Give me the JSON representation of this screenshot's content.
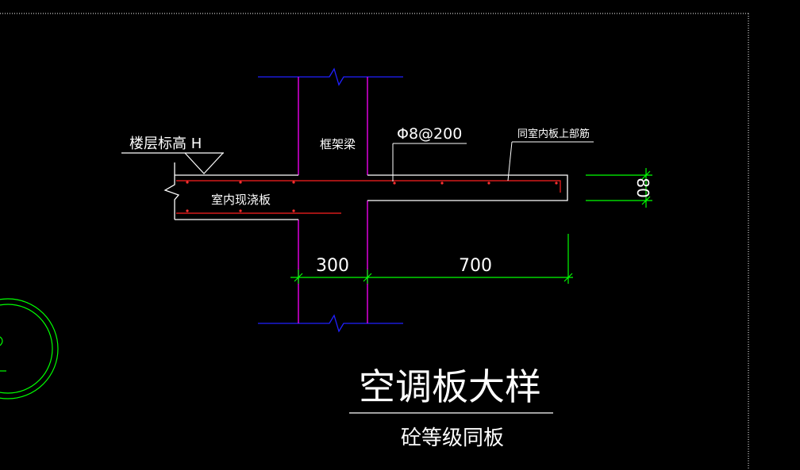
{
  "drawing": {
    "title": "空调板大样",
    "subtitle": "砼等级同板",
    "labels": {
      "floor_elevation": "楼层标高 H",
      "frame_beam": "框架梁",
      "rebar_spec": "Φ8@200",
      "top_rebar_note": "同室内板上部筋",
      "indoor_slab": "室内现浇板"
    },
    "dimensions": {
      "beam_width": "300",
      "slab_overhang": "700",
      "slab_thickness": "80"
    },
    "colors": {
      "background": "#000000",
      "outline": "#ffffff",
      "beam_lines": "#ff00ff",
      "break_lines": "#0000ff",
      "rebar": "#ff1a1a",
      "dimensions": "#00ff00",
      "frame": "#ffffff"
    }
  }
}
